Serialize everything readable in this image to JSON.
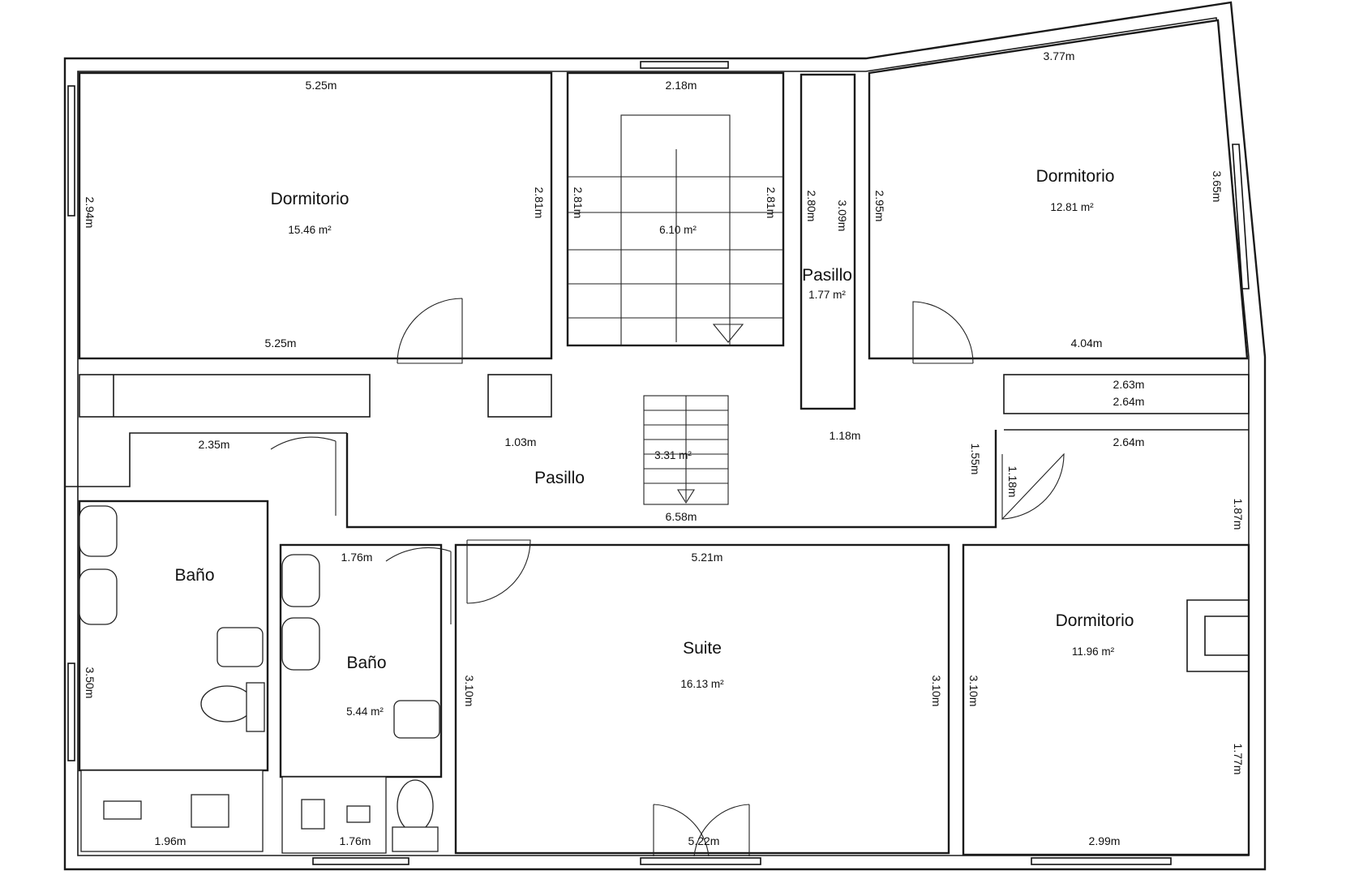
{
  "rooms": {
    "bedroom_nw": {
      "name": "Dormitorio",
      "area": "15.46 m²"
    },
    "bedroom_ne": {
      "name": "Dormitorio",
      "area": "12.81 m²"
    },
    "bedroom_se": {
      "name": "Dormitorio",
      "area": "11.96 m²"
    },
    "stairs": {
      "area": "6.10 m²"
    },
    "hall_narrow": {
      "name": "Pasillo",
      "area": "1.77 m²"
    },
    "hall_main": {
      "name": "Pasillo"
    },
    "stairs_small": {
      "area": "3.31 m²"
    },
    "bath_w": {
      "name": "Baño"
    },
    "bath_c": {
      "name": "Baño",
      "area": "5.44 m²"
    },
    "suite": {
      "name": "Suite",
      "area": "16.13 m²"
    }
  },
  "dims": {
    "nw_top": "5.25m",
    "nw_bottom": "5.25m",
    "nw_left": "2.94m",
    "nw_right": "2.81m",
    "st_top": "2.18m",
    "st_left": "2.81m",
    "st_right": "2.81m",
    "hn_a": "2.80m",
    "hn_b": "3.09m",
    "ne_top": "3.77m",
    "ne_left": "2.95m",
    "ne_right": "3.65m",
    "ne_bottom": "4.04m",
    "cl_a": "2.63m",
    "cl_b": "2.64m",
    "h_103": "1.03m",
    "h_118": "1.18m",
    "h_155": "1.55m",
    "h_118b": "1.18m",
    "h_658": "6.58m",
    "bw_top": "2.35m",
    "bw_left": "3.50m",
    "bw_bottom": "1.96m",
    "bc_top": "1.76m",
    "bc_bottom": "1.76m",
    "su_top": "5.21m",
    "su_left": "3.10m",
    "su_right": "3.10m",
    "su_bottom": "5.22m",
    "se_top": "2.64m",
    "se_left": "3.10m",
    "se_r1": "1.87m",
    "se_r2": "1.77m",
    "se_bottom": "2.99m"
  }
}
